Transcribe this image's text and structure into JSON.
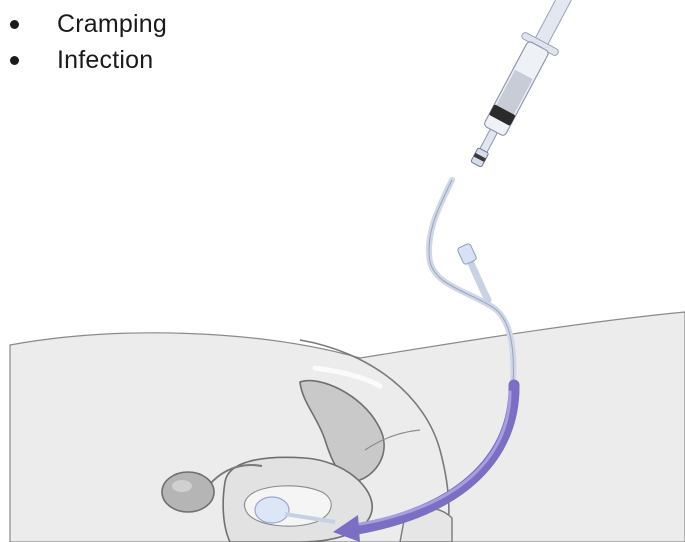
{
  "bullet_list": {
    "items": [
      "Cramping",
      "Infection"
    ]
  },
  "illustration": {
    "subject": "syringe-connected-catheter-into-uterus",
    "colors": {
      "catheter": "#7b6fc4",
      "body_fill": "#ececec",
      "organ_fill": "#c9c9c9",
      "outline": "#6f6f6f"
    }
  }
}
